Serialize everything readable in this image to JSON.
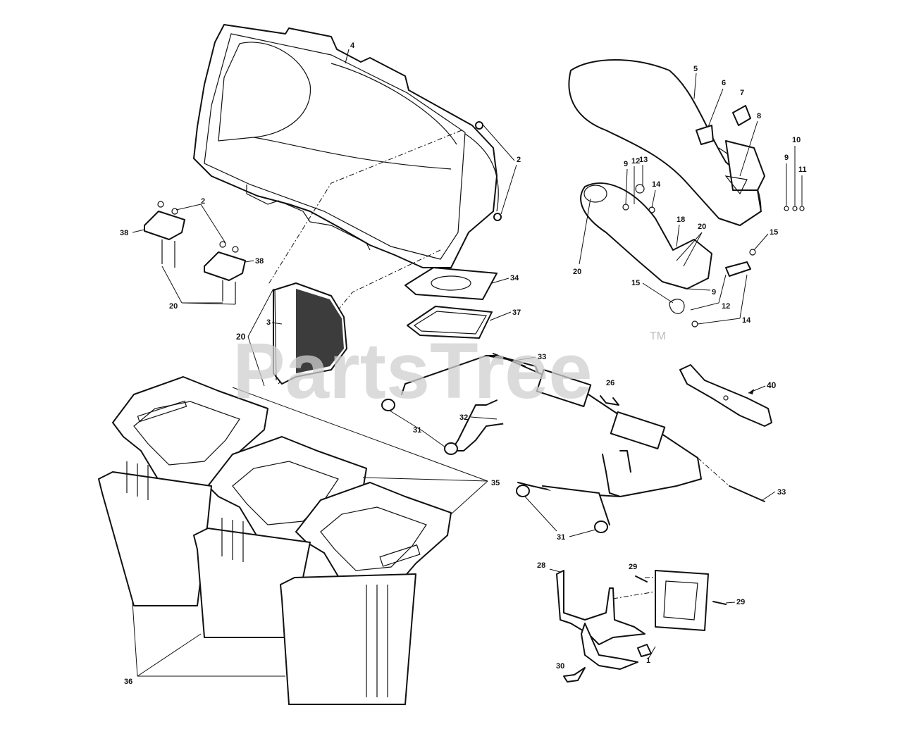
{
  "watermark": {
    "text": "PartsTree",
    "trademark": "TM"
  },
  "callouts": [
    {
      "id": "c4",
      "label": "4"
    },
    {
      "id": "c2a",
      "label": "2"
    },
    {
      "id": "c2b",
      "label": "2"
    },
    {
      "id": "c38a",
      "label": "38"
    },
    {
      "id": "c38b",
      "label": "38"
    },
    {
      "id": "c20a",
      "label": "20"
    },
    {
      "id": "c20b",
      "label": "20"
    },
    {
      "id": "c3",
      "label": "3"
    },
    {
      "id": "c34",
      "label": "34"
    },
    {
      "id": "c37",
      "label": "37"
    },
    {
      "id": "c33a",
      "label": "33"
    },
    {
      "id": "c33b",
      "label": "33"
    },
    {
      "id": "c32",
      "label": "32"
    },
    {
      "id": "c31a",
      "label": "31"
    },
    {
      "id": "c31b",
      "label": "31"
    },
    {
      "id": "c26",
      "label": "26"
    },
    {
      "id": "c35",
      "label": "35"
    },
    {
      "id": "c36",
      "label": "36"
    },
    {
      "id": "c5",
      "label": "5"
    },
    {
      "id": "c6",
      "label": "6"
    },
    {
      "id": "c7",
      "label": "7"
    },
    {
      "id": "c8",
      "label": "8"
    },
    {
      "id": "c9a",
      "label": "9"
    },
    {
      "id": "c10",
      "label": "10"
    },
    {
      "id": "c11",
      "label": "11"
    },
    {
      "id": "c12a",
      "label": "12"
    },
    {
      "id": "c13",
      "label": "13"
    },
    {
      "id": "c9b",
      "label": "9"
    },
    {
      "id": "c14a",
      "label": "14"
    },
    {
      "id": "c18",
      "label": "18"
    },
    {
      "id": "c20c",
      "label": "20"
    },
    {
      "id": "c15a",
      "label": "15"
    },
    {
      "id": "c20d",
      "label": "20"
    },
    {
      "id": "c9c",
      "label": "9"
    },
    {
      "id": "c15b",
      "label": "15"
    },
    {
      "id": "c12b",
      "label": "12"
    },
    {
      "id": "c14b",
      "label": "14"
    },
    {
      "id": "c40",
      "label": "40"
    },
    {
      "id": "c28",
      "label": "28"
    },
    {
      "id": "c29a",
      "label": "29"
    },
    {
      "id": "c29b",
      "label": "29"
    },
    {
      "id": "c1",
      "label": "1"
    },
    {
      "id": "c30",
      "label": "30"
    }
  ]
}
